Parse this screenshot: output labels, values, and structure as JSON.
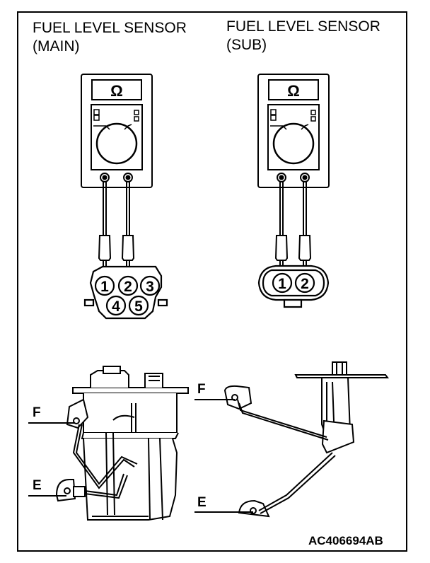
{
  "titles": {
    "main_line1": "FUEL LEVEL SENSOR",
    "main_line2": "(MAIN)",
    "sub_line1": "FUEL LEVEL SENSOR",
    "sub_line2": "(SUB)"
  },
  "meter_symbol": "Ω",
  "main_connector_pins": [
    "1",
    "2",
    "3",
    "4",
    "5"
  ],
  "sub_connector_pins": [
    "1",
    "2"
  ],
  "callouts": {
    "main_F": "F",
    "main_E": "E",
    "sub_F": "F",
    "sub_E": "E"
  },
  "figure_code": "AC406694AB"
}
